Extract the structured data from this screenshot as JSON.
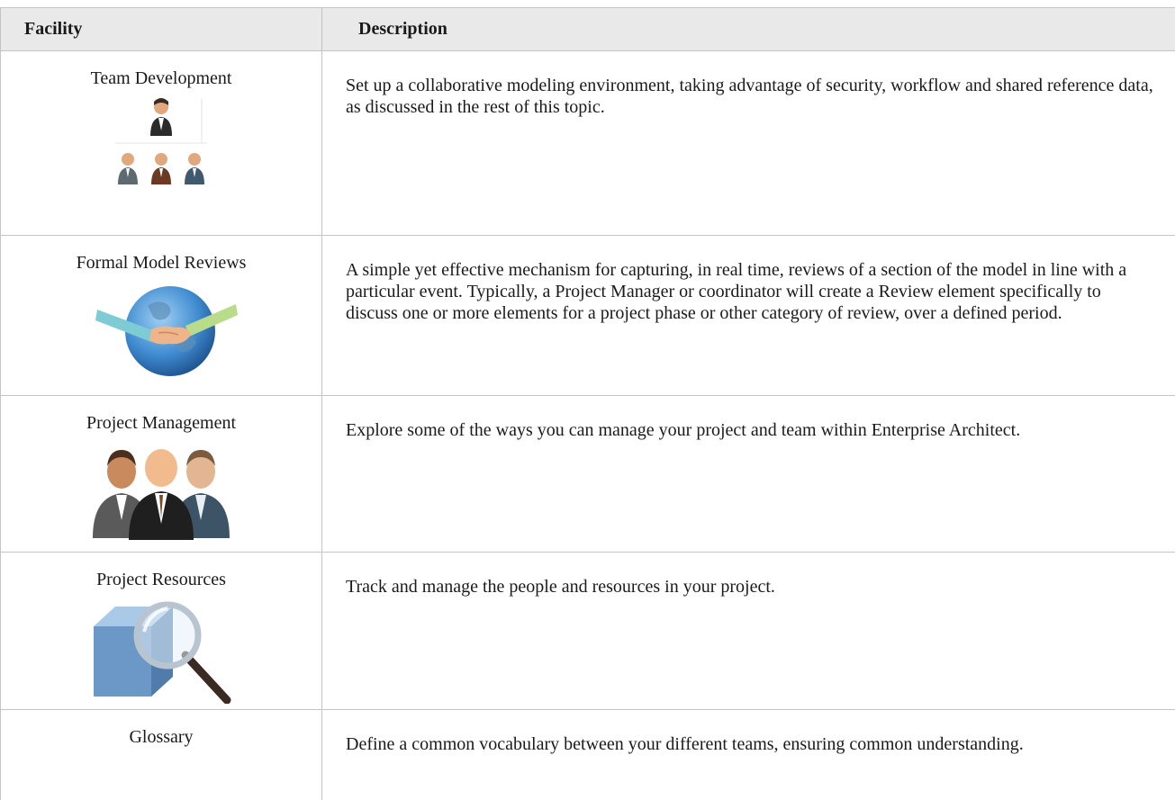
{
  "table": {
    "headers": {
      "facility": "Facility",
      "description": "Description"
    },
    "rows": [
      {
        "facility": "Team Development",
        "icon": "team-hierarchy-icon",
        "description": "Set up a collaborative modeling environment, taking advantage of security, workflow and shared reference data, as discussed in the rest of this topic."
      },
      {
        "facility": "Formal Model Reviews",
        "icon": "globe-handshake-icon",
        "description": "A simple yet effective mechanism for capturing, in real time, reviews of a section of the model in line with a particular event. Typically, a Project Manager or coordinator will create a Review element specifically to discuss one or more elements for a project phase or other category of review, over a defined period."
      },
      {
        "facility": "Project Management",
        "icon": "people-group-icon",
        "description": "Explore some of the ways you can manage your project and team within Enterprise Architect."
      },
      {
        "facility": "Project Resources",
        "icon": "cube-magnifier-icon",
        "description": "Track and manage the people and resources in your project."
      },
      {
        "facility": "Glossary",
        "icon": "",
        "description": "Define a common vocabulary between your different teams, ensuring common understanding."
      }
    ]
  }
}
